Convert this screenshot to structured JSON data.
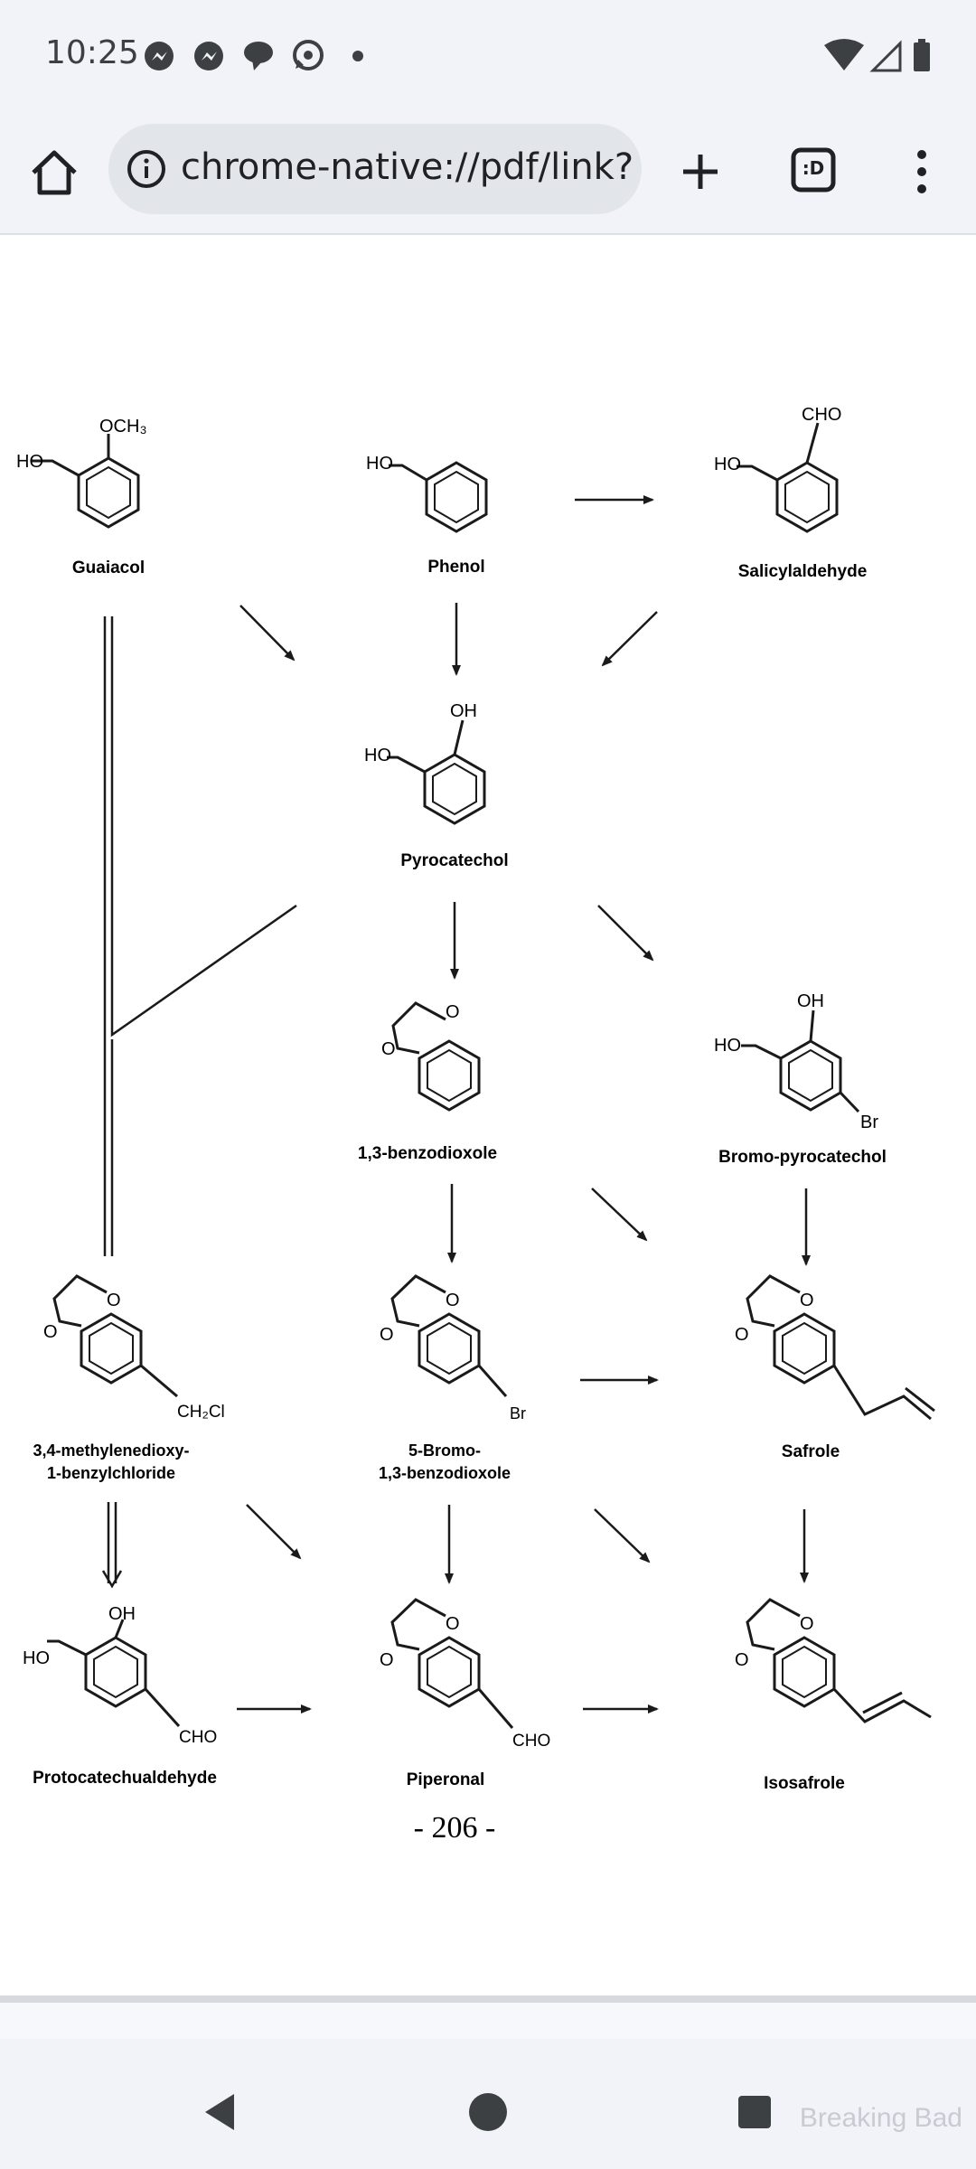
{
  "status_bar": {
    "time": "10:25",
    "notification_icons": [
      "messenger-icon",
      "messenger-icon",
      "chat-bubble-icon",
      "whatsapp-icon",
      "dot-icon"
    ],
    "system_icons": [
      "wifi-icon",
      "signal-icon",
      "battery-icon"
    ]
  },
  "browser": {
    "url": "chrome-native://pdf/link?ur",
    "tab_count_label": ":D",
    "buttons": [
      "home-icon",
      "site-info-icon",
      "new-tab-icon",
      "tab-switcher-icon",
      "menu-icon"
    ]
  },
  "document": {
    "compounds": {
      "guaiacol": {
        "name": "Guaiacol",
        "labels": [
          "HO",
          "OCH₃"
        ]
      },
      "phenol": {
        "name": "Phenol",
        "labels": [
          "HO"
        ]
      },
      "salicylaldehyde": {
        "name": "Salicylaldehyde",
        "labels": [
          "HO",
          "CHO"
        ]
      },
      "pyrocatechol": {
        "name": "Pyrocatechol",
        "labels": [
          "HO",
          "OH"
        ]
      },
      "benzodioxole": {
        "name": "1,3-benzodioxole",
        "labels": [
          "O",
          "O"
        ]
      },
      "bromo_pyrocatechol": {
        "name": "Bromo-pyrocatechol",
        "labels": [
          "HO",
          "OH",
          "Br"
        ]
      },
      "methylenedioxy": {
        "name_line1": "3,4-methylenedioxy-",
        "name_line2": "1-benzylchloride",
        "labels": [
          "O",
          "O",
          "CH₂Cl"
        ]
      },
      "bromo_benzodioxole": {
        "name_line1": "5-Bromo-",
        "name_line2": "1,3-benzodioxole",
        "labels": [
          "O",
          "O",
          "Br"
        ]
      },
      "safrole": {
        "name": "Safrole",
        "labels": [
          "O",
          "O"
        ]
      },
      "protocatechualdehyde": {
        "name": "Protocatechualdehyde",
        "labels": [
          "HO",
          "OH",
          "CHO"
        ]
      },
      "piperonal": {
        "name": "Piperonal",
        "labels": [
          "O",
          "O",
          "CHO"
        ]
      },
      "isosafrole": {
        "name": "Isosafrole",
        "labels": [
          "O",
          "O"
        ]
      }
    },
    "page_number": "- 206 -"
  },
  "nav_bar": {
    "buttons": [
      "back-icon",
      "home-circle-icon",
      "recents-icon"
    ],
    "watermark": "Breaking Bad"
  }
}
